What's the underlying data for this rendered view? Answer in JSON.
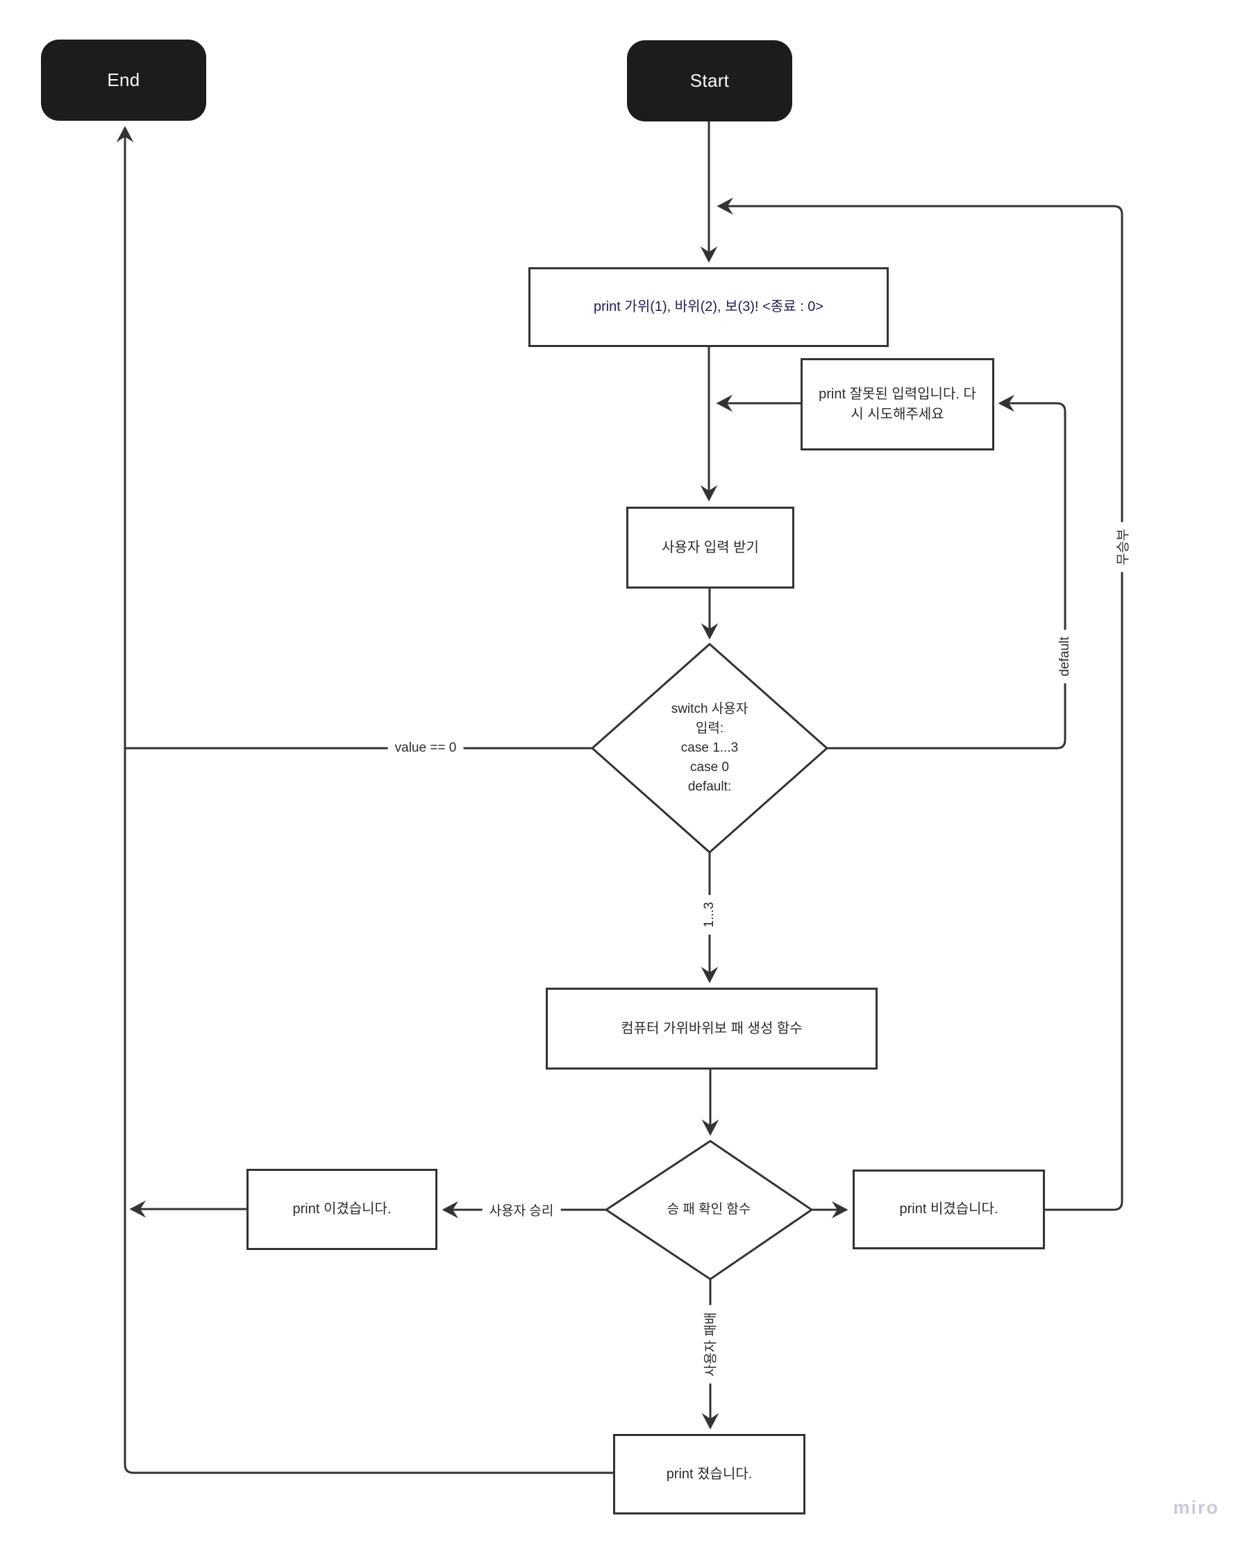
{
  "canvas": {
    "watermark": "miro"
  },
  "nodes": {
    "end": {
      "label": "End"
    },
    "start": {
      "label": "Start"
    },
    "print_menu": {
      "label": "print 가위(1), 바위(2), 보(3)! <종료 : 0>"
    },
    "print_invalid_input": {
      "label": "print 잘못된 입력입니다. 다시 시도해주세요"
    },
    "get_user_input": {
      "label": "사용자 입력 받기"
    },
    "switch_user_input": {
      "label": "switch 사용자\n입력:\ncase 1...3\ncase 0\ndefault:"
    },
    "computer_hand_generator": {
      "label": "컴퓨터 가위바위보 패 생성 함수"
    },
    "win_loss_check": {
      "label": "승 패 확인 함수"
    },
    "print_win": {
      "label": "print 이겼습니다."
    },
    "print_draw": {
      "label": "print 비겼습니다."
    },
    "print_lose": {
      "label": "print 졌습니다."
    }
  },
  "edge_labels": {
    "value_equals_zero": "value == 0",
    "default_case": "default",
    "case_range": "1...3",
    "user_win": "사용자 승리",
    "user_defeat": "사용자 패배",
    "draw": "무승부"
  },
  "colors": {
    "line": "#333333",
    "node_fill": "#ffffff",
    "terminal_fill": "#1c1c1e",
    "text": "#2b2b2b",
    "menu_text": "#1f1f50",
    "watermark": "#c9cbdb"
  }
}
